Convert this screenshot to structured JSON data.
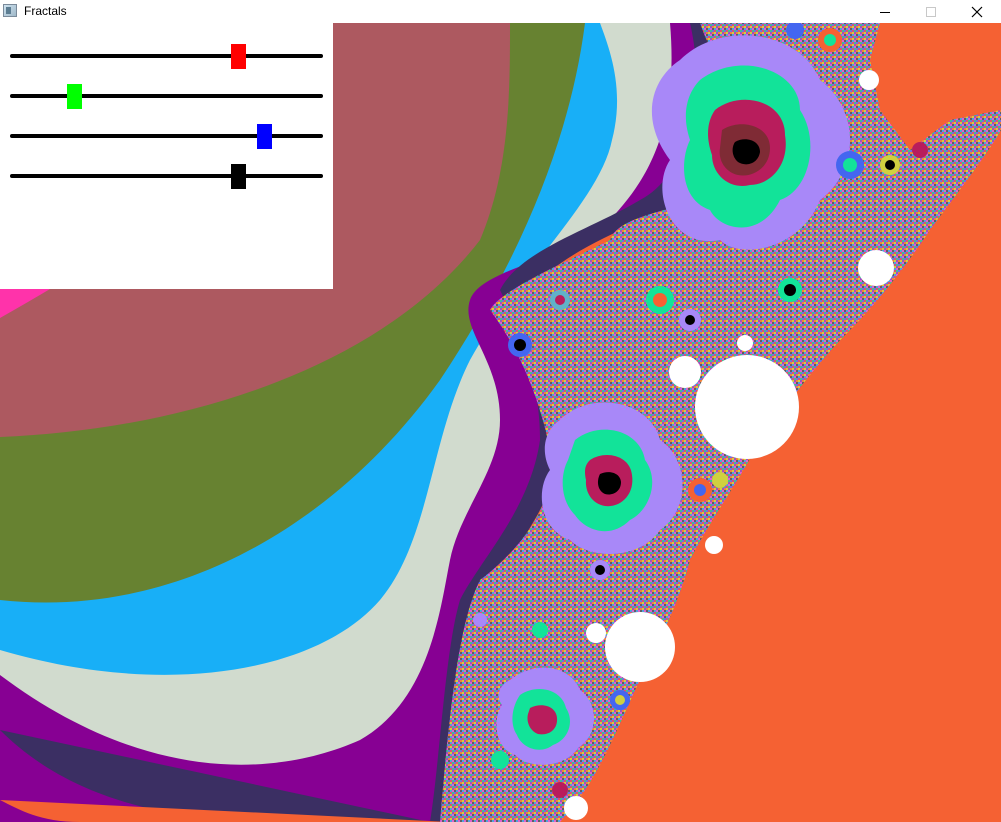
{
  "window": {
    "title": "Fractals",
    "icon": "app-window-icon",
    "controls": [
      "minimize-icon",
      "maximize-icon",
      "close-icon"
    ]
  },
  "sliders": [
    {
      "name": "red",
      "color": "#ff0000",
      "value": 0.74
    },
    {
      "name": "green",
      "color": "#00ff00",
      "value": 0.19
    },
    {
      "name": "blue",
      "color": "#0000ff",
      "value": 0.83
    },
    {
      "name": "black",
      "color": "#000000",
      "value": 0.74
    }
  ],
  "fractal": {
    "band_colors": [
      "#ff33aa",
      "#ad5960",
      "#678231",
      "#18aff7",
      "#d1dbce",
      "#870093",
      "#3b2f63",
      "#f56133",
      "#a888f8",
      "#60b2c9",
      "#12e399",
      "#b81d5c",
      "#7f2b35",
      "#4466f0"
    ]
  }
}
